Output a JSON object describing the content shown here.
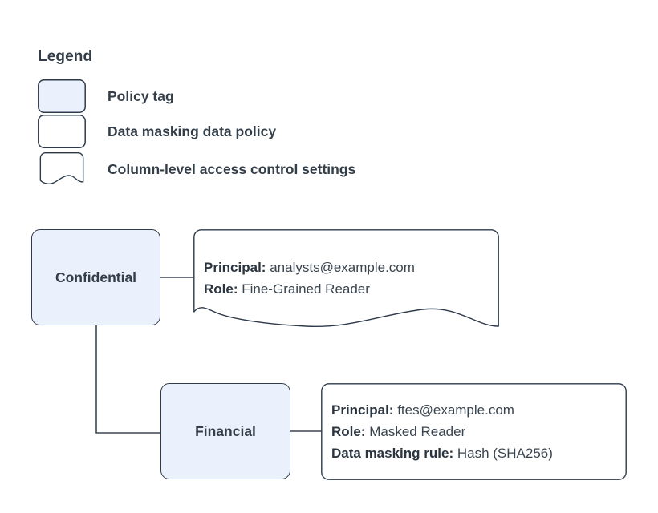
{
  "legend": {
    "title": "Legend",
    "items": [
      {
        "shape": "rounded-rect-filled",
        "label": "Policy tag"
      },
      {
        "shape": "rounded-rect",
        "label": "Data masking data policy"
      },
      {
        "shape": "wavy-bottom-rect",
        "label": "Column-level access control settings"
      }
    ]
  },
  "nodes": [
    {
      "id": "confidential",
      "label": "Confidential"
    },
    {
      "id": "financial",
      "label": "Financial"
    }
  ],
  "callouts": {
    "confidential": {
      "shape": "wavy-bottom-rect",
      "lines": [
        {
          "key": "Principal:",
          "value": "analysts@example.com"
        },
        {
          "key": "Role:",
          "value": "Fine-Grained Reader"
        }
      ]
    },
    "financial": {
      "shape": "rounded-rect",
      "lines": [
        {
          "key": "Principal:",
          "value": "ftes@example.com"
        },
        {
          "key": "Role:",
          "value": "Masked Reader"
        },
        {
          "key": "Data masking rule:",
          "value": "Hash (SHA256)"
        }
      ]
    }
  },
  "colors": {
    "node_fill": "#eaf1fc",
    "stroke": "#2e3a4a",
    "text": "#333e48",
    "connector": "#3c4552",
    "background": "#ffffff"
  },
  "connectors": [
    {
      "from": "confidential",
      "to": "callout-confidential"
    },
    {
      "from": "confidential",
      "to": "financial"
    },
    {
      "from": "financial",
      "to": "callout-financial"
    }
  ]
}
